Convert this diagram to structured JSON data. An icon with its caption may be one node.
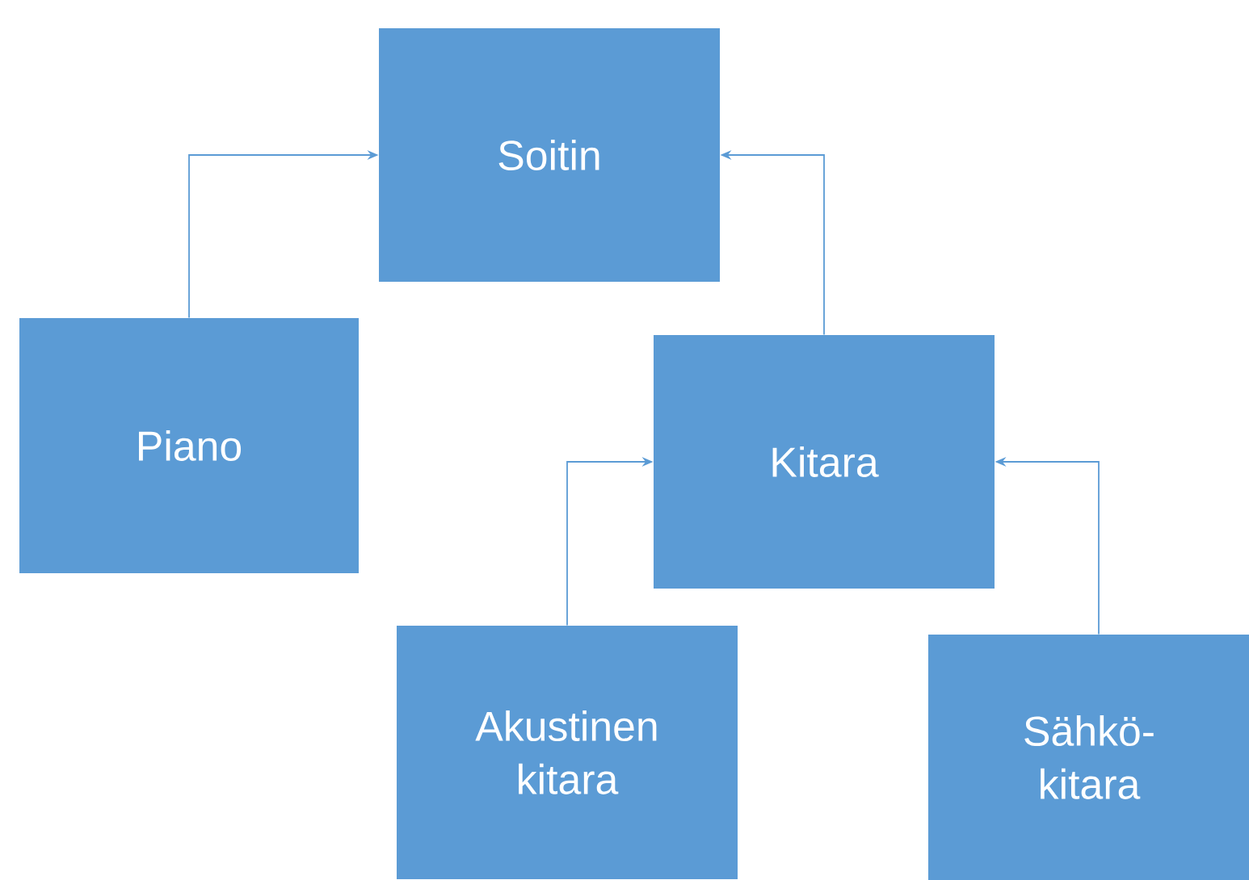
{
  "diagram": {
    "nodes": [
      {
        "text": [
          "Soitin"
        ]
      },
      {
        "text": [
          "Piano"
        ]
      },
      {
        "text": [
          "Kitara"
        ]
      },
      {
        "text": [
          "Akustinen kitara"
        ]
      },
      {
        "text": [
          "Sähkö-kitara"
        ]
      }
    ],
    "edges": [
      {
        "from": 1,
        "to": 0,
        "arrow": "to"
      },
      {
        "from": 2,
        "to": 0,
        "arrow": "to"
      },
      {
        "from": 3,
        "to": 2,
        "arrow": "to"
      },
      {
        "from": 4,
        "to": 2,
        "arrow": "to"
      }
    ]
  }
}
